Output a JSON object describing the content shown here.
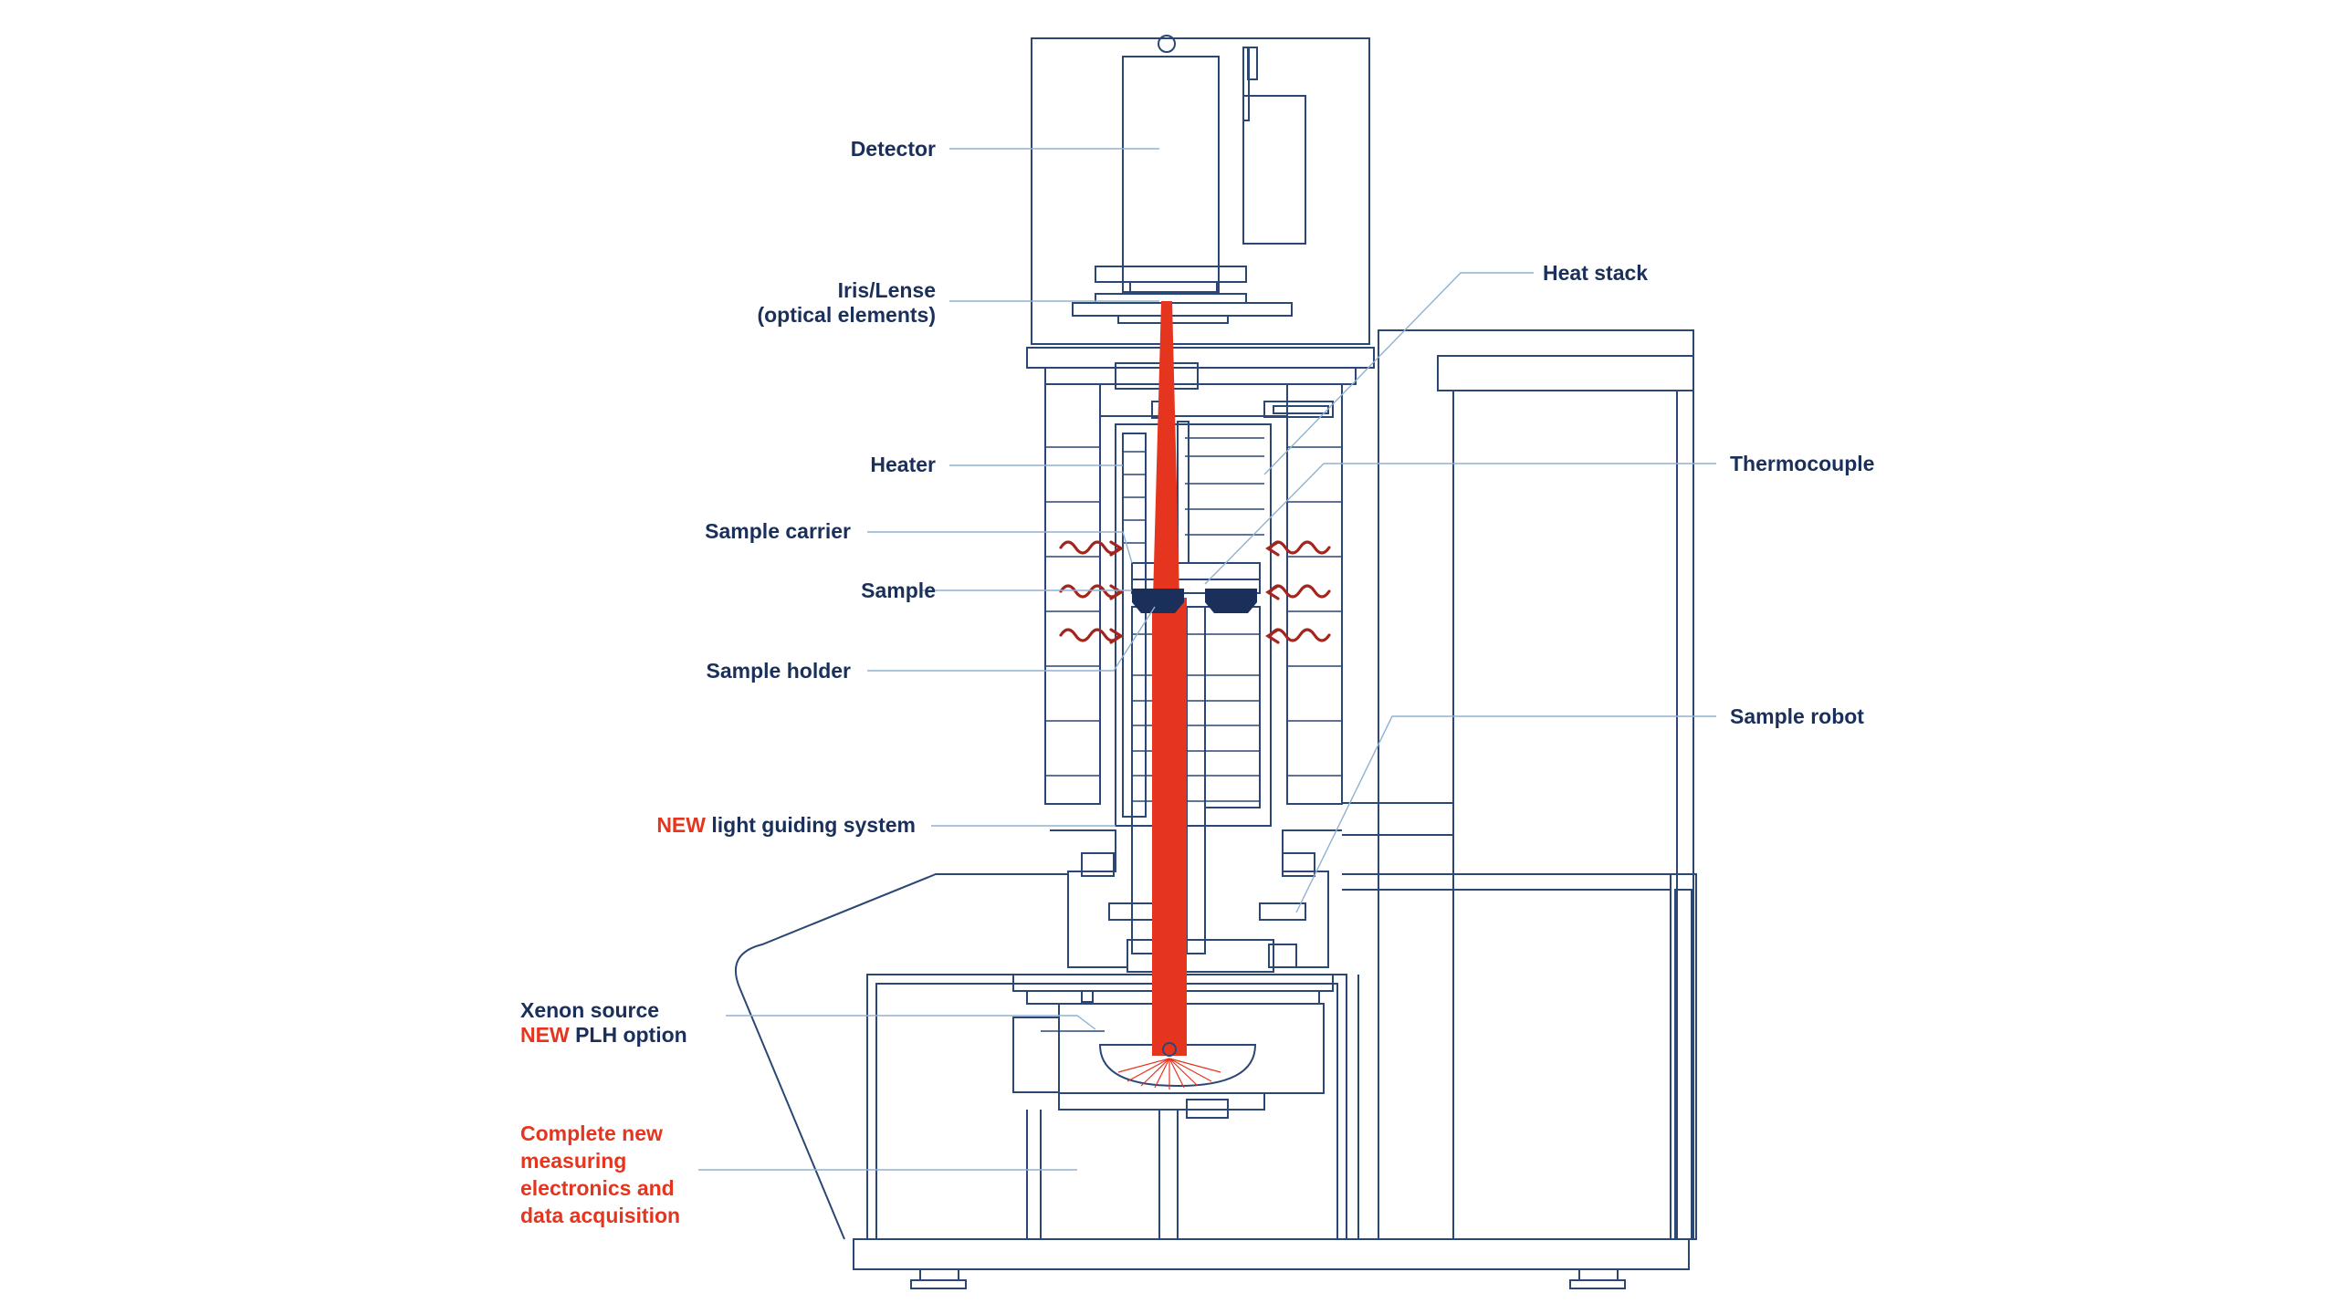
{
  "labels_left": {
    "detector": "Detector",
    "iris_line1": "Iris/Lense",
    "iris_line2": "(optical elements)",
    "heater": "Heater",
    "sample_carrier": "Sample carrier",
    "sample": "Sample",
    "sample_holder": "Sample holder",
    "light_guiding_prefix": "NEW",
    "light_guiding_text": "light guiding system",
    "xenon_line1": "Xenon source",
    "xenon_prefix": "NEW",
    "xenon_line2": "PLH option",
    "electronics_line1": "Complete new",
    "electronics_line2": "measuring",
    "electronics_line3": "electronics and",
    "electronics_line4": "data acquisition"
  },
  "labels_right": {
    "heat_stack": "Heat stack",
    "thermocouple": "Thermocouple",
    "sample_robot": "Sample robot"
  },
  "colors": {
    "outline": "#2b4776",
    "label_text": "#1a2f5a",
    "highlight": "#e5351f",
    "beam": "#e5351f",
    "heat_wave": "#a3251d",
    "leader": "#8fb2d0",
    "sample_block": "#1a2f5a"
  }
}
